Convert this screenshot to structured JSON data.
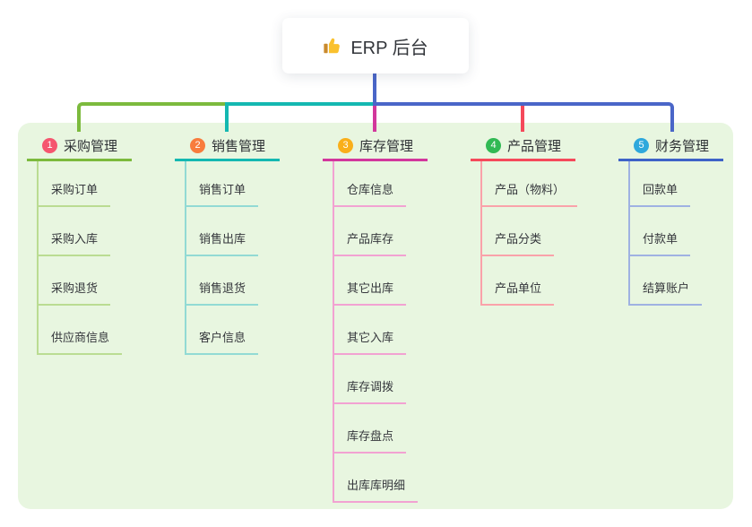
{
  "root": {
    "title": "ERP 后台",
    "icon": "thumbs-up-icon"
  },
  "branches": [
    {
      "badge": "1",
      "title": "采购管理",
      "line_color": "#7CBA3D",
      "light_line_color": "#BADC92",
      "badge_color": "#F5566F",
      "children": [
        "采购订单",
        "采购入库",
        "采购退货",
        "供应商信息"
      ]
    },
    {
      "badge": "2",
      "title": "销售管理",
      "line_color": "#14B8B1",
      "light_line_color": "#92DAD4",
      "badge_color": "#F87C3D",
      "children": [
        "销售订单",
        "销售出库",
        "销售退货",
        "客户信息"
      ]
    },
    {
      "badge": "3",
      "title": "库存管理",
      "line_color": "#D2379C",
      "light_line_color": "#F2A2D2",
      "badge_color": "#F9AF1B",
      "children": [
        "仓库信息",
        "产品库存",
        "其它出库",
        "其它入库",
        "库存调拨",
        "库存盘点",
        "出库库明细"
      ]
    },
    {
      "badge": "4",
      "title": "产品管理",
      "line_color": "#F5495B",
      "light_line_color": "#FAA2AA",
      "badge_color": "#31B954",
      "children": [
        "产品（物料）",
        "产品分类",
        "产品单位"
      ]
    },
    {
      "badge": "5",
      "title": "财务管理",
      "line_color": "#3E63C8",
      "light_line_color": "#9FB2E2",
      "badge_color": "#2FA8DC",
      "children": [
        "回款单",
        "付款单",
        "结算账户"
      ]
    }
  ],
  "colors": {
    "root_connector": "#4A66C8",
    "panel_background": "#E8F6E0",
    "root_card_background": "#FFFFFF"
  }
}
